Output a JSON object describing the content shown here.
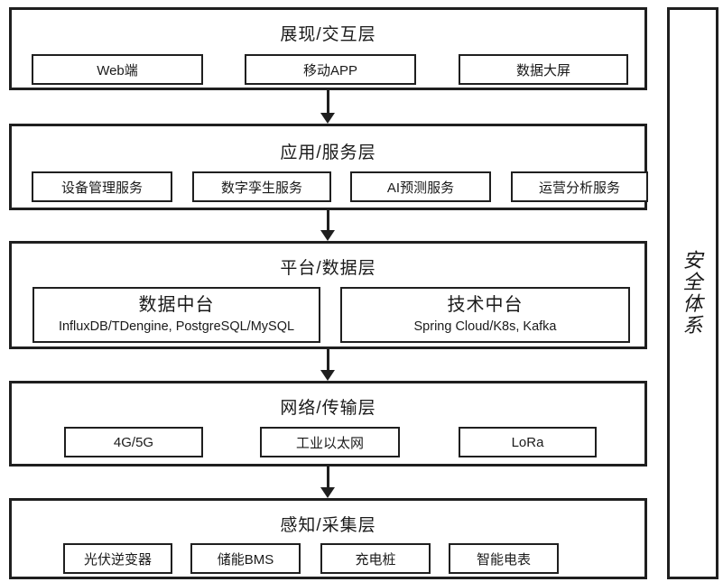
{
  "colors": {
    "border": "#1f1f1f",
    "text": "#1a1a1a",
    "background": "#ffffff"
  },
  "security_bar": {
    "label": "安全体系"
  },
  "layers": [
    {
      "id": "presentation",
      "title": "展现/交互层",
      "items": [
        {
          "label": "Web端"
        },
        {
          "label": "移动APP"
        },
        {
          "label": "数据大屏"
        }
      ]
    },
    {
      "id": "application",
      "title": "应用/服务层",
      "items": [
        {
          "label": "设备管理服务"
        },
        {
          "label": "数字孪生服务"
        },
        {
          "label": "AI预测服务"
        },
        {
          "label": "运营分析服务"
        }
      ]
    },
    {
      "id": "platform",
      "title": "平台/数据层",
      "items": [
        {
          "title": "数据中台",
          "subtitle": "InfluxDB/TDengine, PostgreSQL/MySQL"
        },
        {
          "title": "技术中台",
          "subtitle": "Spring Cloud/K8s, Kafka"
        }
      ]
    },
    {
      "id": "network",
      "title": "网络/传输层",
      "items": [
        {
          "label": "4G/5G"
        },
        {
          "label": "工业以太网"
        },
        {
          "label": "LoRa"
        }
      ]
    },
    {
      "id": "perception",
      "title": "感知/采集层",
      "items": [
        {
          "label": "光伏逆变器"
        },
        {
          "label": "储能BMS"
        },
        {
          "label": "充电桩"
        },
        {
          "label": "智能电表"
        }
      ]
    }
  ]
}
